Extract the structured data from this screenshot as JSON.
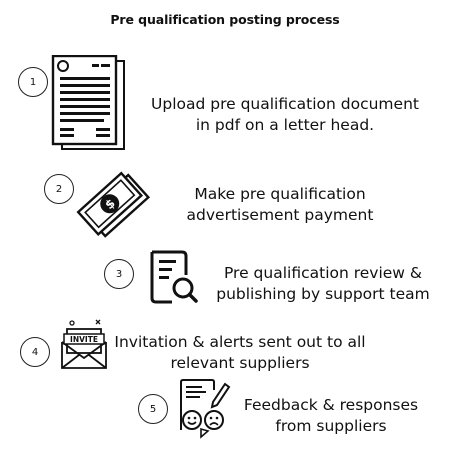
{
  "title": "Pre qualification posting process",
  "steps": [
    {
      "number": "1",
      "line1": "Upload pre qualification document",
      "line2": "in pdf on a letter head.",
      "icon": "document-icon"
    },
    {
      "number": "2",
      "line1": "Make pre qualification",
      "line2": "advertisement payment",
      "icon": "payment-money-icon"
    },
    {
      "number": "3",
      "line1": "Pre qualification review &",
      "line2": "publishing by support team",
      "icon": "review-search-icon"
    },
    {
      "number": "4",
      "line1": "Invitation & alerts sent out to all",
      "line2": "relevant suppliers",
      "icon": "invitation-envelope-icon",
      "badge": "INVITE"
    },
    {
      "number": "5",
      "line1": "Feedback & responses",
      "line2": "from suppliers",
      "icon": "feedback-form-icon"
    }
  ]
}
